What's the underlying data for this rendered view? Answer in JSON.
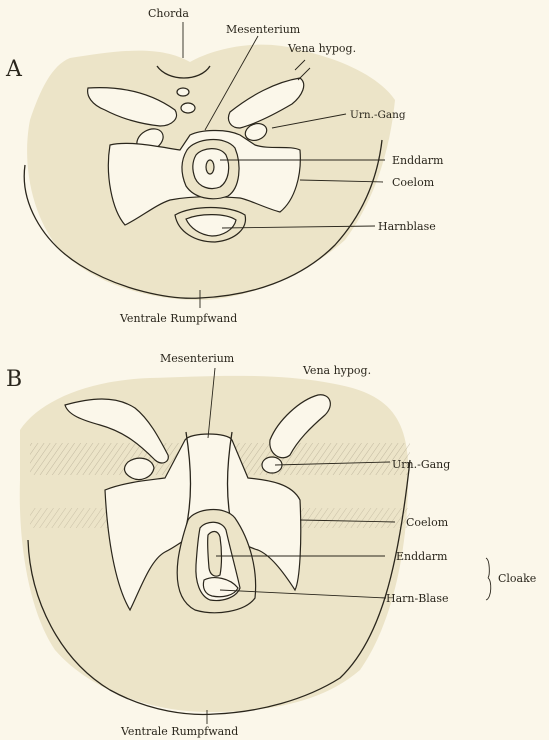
{
  "panels": {
    "a": {
      "letter": "A",
      "labels": {
        "chorda": "Chorda",
        "mesenterium": "Mesenterium",
        "vena_hypog": "Vena hypog.",
        "urn_gang": "Urn.-Gang",
        "enddarm": "Enddarm",
        "coelom": "Coelom",
        "harnblase": "Harnblase",
        "ventrale_rumpfwand": "Ventrale Rumpfwand"
      }
    },
    "b": {
      "letter": "B",
      "labels": {
        "mesenterium": "Mesenterium",
        "vena_hypog": "Vena hypog.",
        "urn_gang": "Urn.-Gang",
        "coelom": "Coelom",
        "enddarm": "Enddarm",
        "harn_blase": "Harn-Blase",
        "cloake": "Cloake",
        "ventrale_rumpfwand": "Ventrale Rumpfwand"
      }
    }
  },
  "colors": {
    "paper": "#fbf7ea",
    "tissue": "#ece4c8",
    "ink": "#2a261c"
  }
}
